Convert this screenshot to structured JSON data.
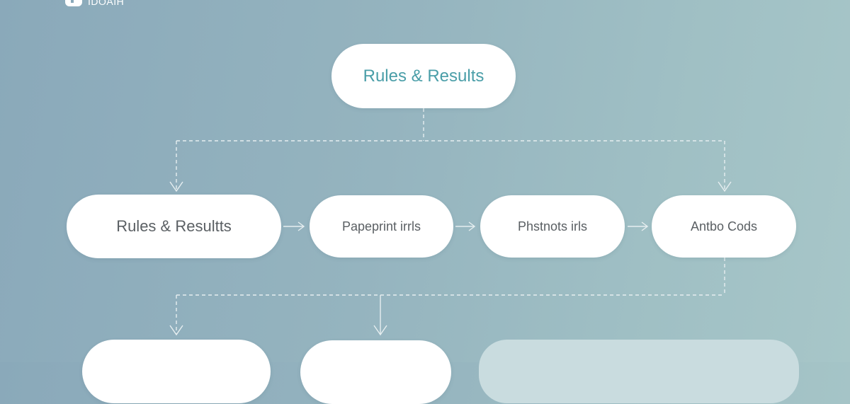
{
  "header": {
    "logo_text": "IDOAIH"
  },
  "diagram": {
    "top_node": {
      "label": "Rules & Results"
    },
    "row1": [
      {
        "label": "Rules & Resultts"
      },
      {
        "label": "Papeprint irrls"
      },
      {
        "label": "Phstnots irls"
      },
      {
        "label": "Antbo Cods"
      }
    ],
    "row2": [
      {
        "label": ""
      },
      {
        "label": ""
      },
      {
        "label": ""
      }
    ]
  },
  "colors": {
    "background_left": "#8aa9ba",
    "background_right": "#a7c6c8",
    "node_fill": "#ffffff",
    "accent_text": "#4a9ea8",
    "body_text": "#5a5f63",
    "connector": "#e6eef0",
    "faded_node": "#c9dcdf"
  }
}
